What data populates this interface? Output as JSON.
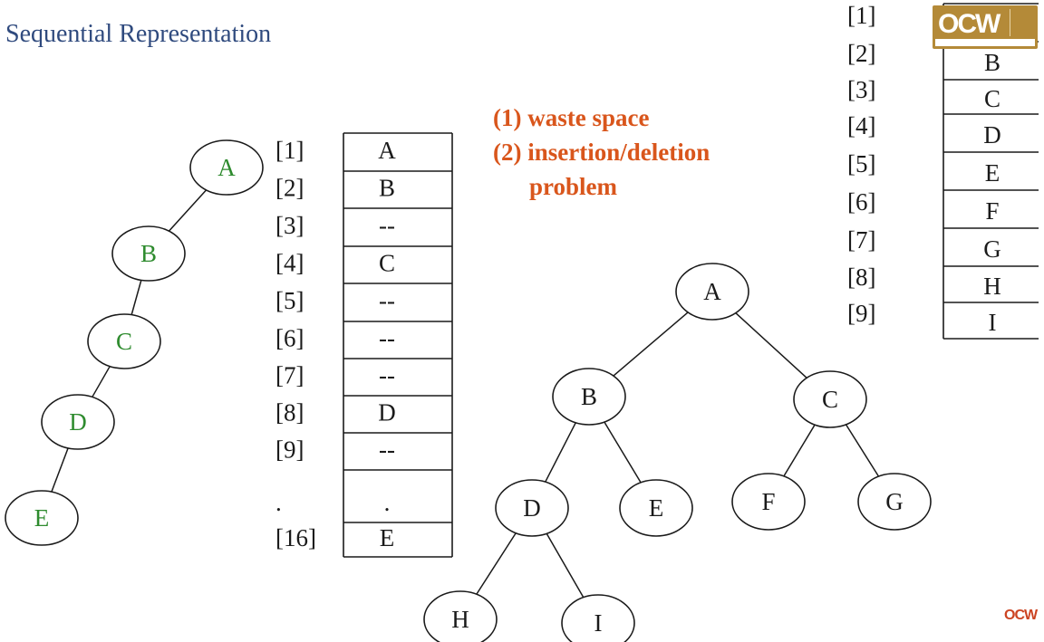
{
  "title": "Sequential Representation",
  "problems": [
    "(1) waste space",
    "(2) insertion/deletion",
    "problem"
  ],
  "skewed_tree": {
    "nodes": [
      "A",
      "B",
      "C",
      "D",
      "E"
    ]
  },
  "left_array": {
    "rows": [
      {
        "index": "[1]",
        "value": "A"
      },
      {
        "index": "[2]",
        "value": "B"
      },
      {
        "index": "[3]",
        "value": "--"
      },
      {
        "index": "[4]",
        "value": "C"
      },
      {
        "index": "[5]",
        "value": "--"
      },
      {
        "index": "[6]",
        "value": "--"
      },
      {
        "index": "[7]",
        "value": "--"
      },
      {
        "index": "[8]",
        "value": "D"
      },
      {
        "index": "[9]",
        "value": "--"
      },
      {
        "index": ".",
        "value": "."
      },
      {
        "index": "[16]",
        "value": "E"
      }
    ]
  },
  "complete_tree": {
    "nodes": [
      "A",
      "B",
      "C",
      "D",
      "E",
      "F",
      "G",
      "H",
      "I"
    ]
  },
  "right_array": {
    "rows": [
      {
        "index": "[1]",
        "value": ""
      },
      {
        "index": "[2]",
        "value": "B"
      },
      {
        "index": "[3]",
        "value": "C"
      },
      {
        "index": "[4]",
        "value": "D"
      },
      {
        "index": "[5]",
        "value": "E"
      },
      {
        "index": "[6]",
        "value": "F"
      },
      {
        "index": "[7]",
        "value": "G"
      },
      {
        "index": "[8]",
        "value": "H"
      },
      {
        "index": "[9]",
        "value": "I"
      }
    ]
  },
  "logo": {
    "text": "OCW"
  },
  "colors": {
    "title": "#2f4a7e",
    "problems": "#d9561c",
    "skewed_node_label": "#2e8b2e",
    "ink": "#1a1a1a",
    "logo": "#b48a38"
  }
}
